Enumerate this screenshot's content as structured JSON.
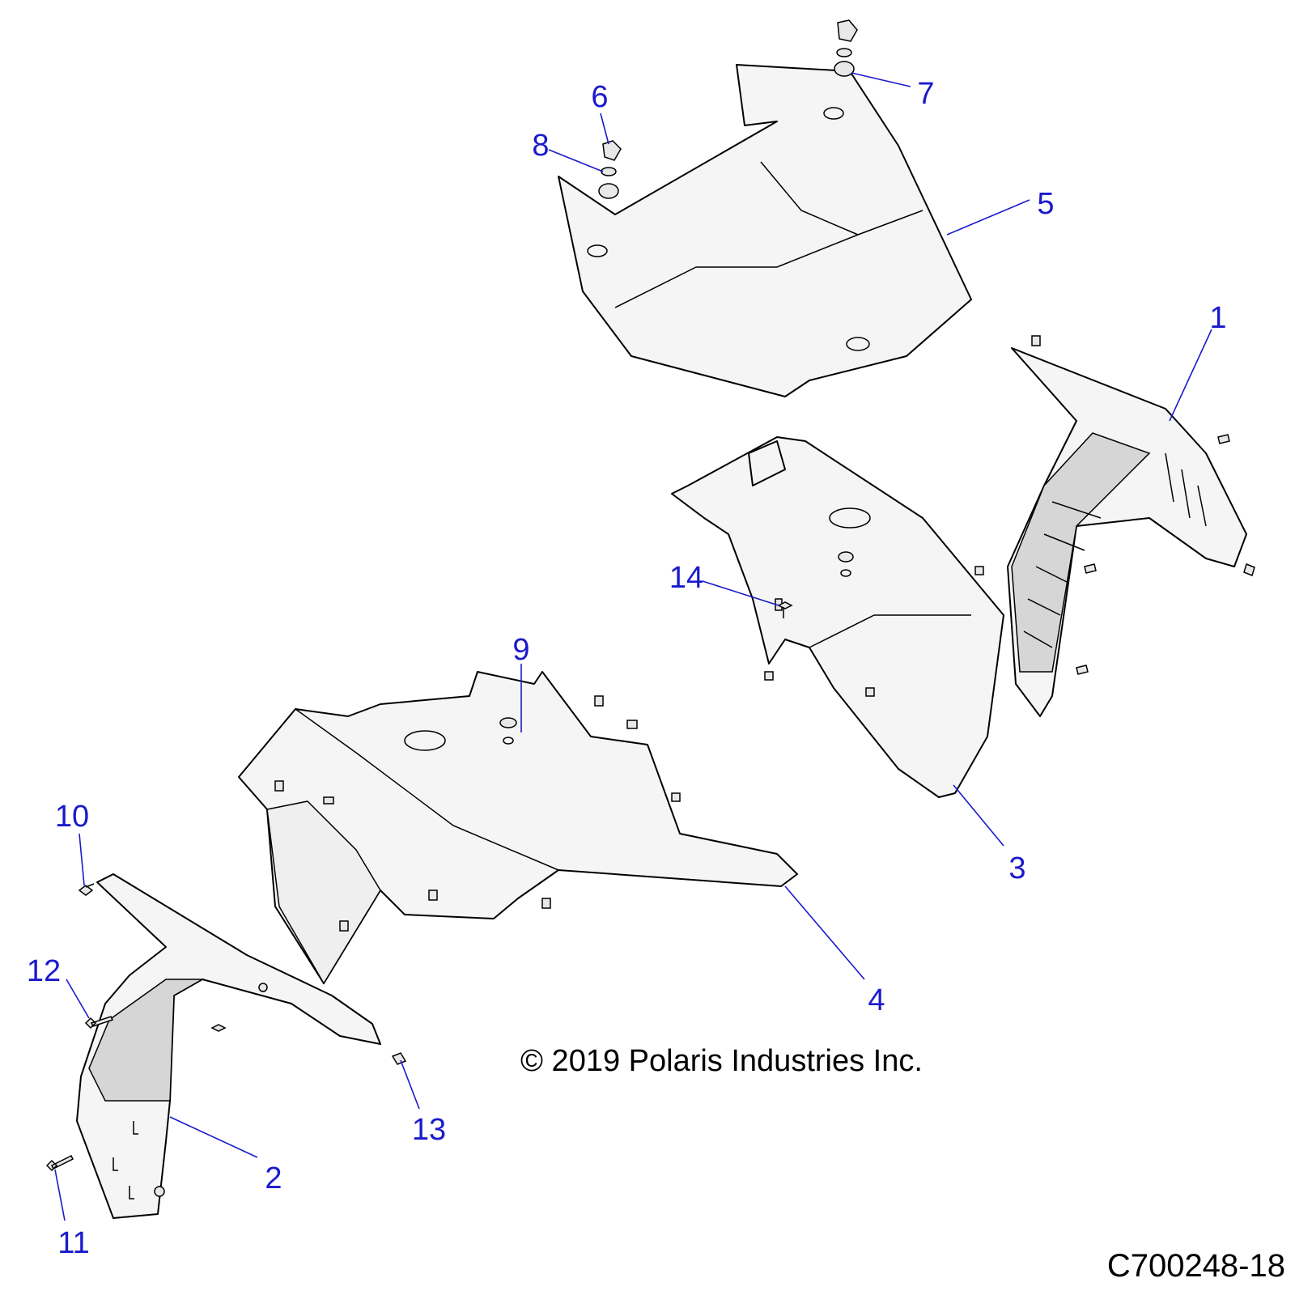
{
  "callouts": [
    "1",
    "2",
    "3",
    "4",
    "5",
    "6",
    "7",
    "8",
    "9",
    "10",
    "11",
    "12",
    "13",
    "14"
  ],
  "copyright": "© 2019 Polaris Industries Inc.",
  "drawing_id": "C700248-18",
  "colors": {
    "callout": "#1a1acc",
    "outline": "#000000"
  }
}
